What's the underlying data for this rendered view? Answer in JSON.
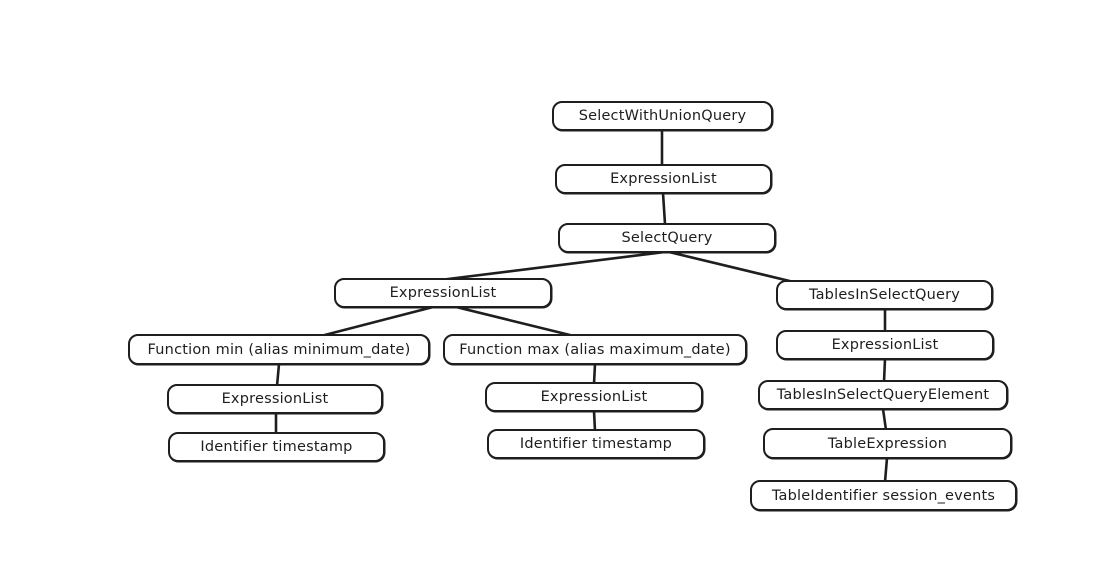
{
  "diagram": {
    "type": "tree",
    "description_source": "hand-drawn AST diagram",
    "stroke_color": "#1e1e1e",
    "background_color": "#ffffff",
    "nodes": {
      "n0": {
        "label": "SelectWithUnionQuery"
      },
      "n1": {
        "label": "ExpressionList"
      },
      "n2": {
        "label": "SelectQuery"
      },
      "n3": {
        "label": "ExpressionList"
      },
      "n4": {
        "label": "TablesInSelectQuery"
      },
      "n5": {
        "label": "Function min (alias minimum_date)"
      },
      "n6": {
        "label": "Function max (alias maximum_date)"
      },
      "n7": {
        "label": "ExpressionList"
      },
      "n8": {
        "label": "ExpressionList"
      },
      "n9": {
        "label": "ExpressionList"
      },
      "n10": {
        "label": "TablesInSelectQueryElement"
      },
      "n11": {
        "label": "Identifier timestamp"
      },
      "n12": {
        "label": "Identifier timestamp"
      },
      "n13": {
        "label": "TableExpression"
      },
      "n14": {
        "label": "TableIdentifier session_events"
      }
    },
    "edges": [
      [
        "n0",
        "n1"
      ],
      [
        "n1",
        "n2"
      ],
      [
        "n2",
        "n3"
      ],
      [
        "n2",
        "n4"
      ],
      [
        "n3",
        "n5"
      ],
      [
        "n3",
        "n6"
      ],
      [
        "n5",
        "n8"
      ],
      [
        "n8",
        "n11"
      ],
      [
        "n6",
        "n9"
      ],
      [
        "n9",
        "n12"
      ],
      [
        "n4",
        "n7"
      ],
      [
        "n7",
        "n10"
      ],
      [
        "n10",
        "n13"
      ],
      [
        "n13",
        "n14"
      ]
    ]
  }
}
